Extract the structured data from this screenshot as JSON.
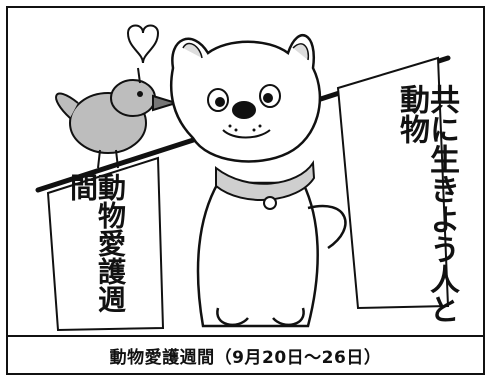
{
  "caption": "動物愛護週間（9月20日〜26日）",
  "flag_left": {
    "text": "動物愛護週間"
  },
  "flag_right": {
    "text": "共に生きよう人と動物"
  },
  "icons": {
    "heart": "heart-icon",
    "bird": "bird-icon",
    "dog": "dog-icon"
  }
}
